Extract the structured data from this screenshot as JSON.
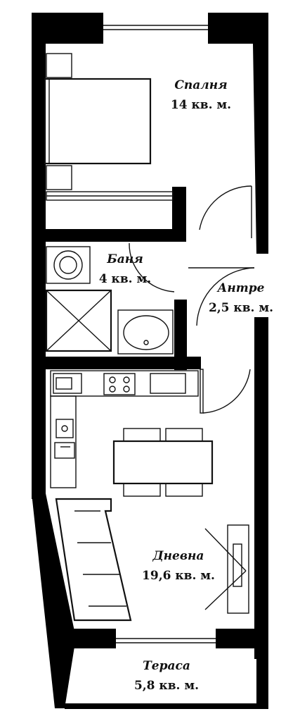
{
  "rooms": {
    "bedroom": {
      "name": "Спалня",
      "area": "14 кв. м."
    },
    "bathroom": {
      "name": "Баня",
      "area": "4 кв. м."
    },
    "hallway": {
      "name": "Антре",
      "area": "2,5 кв. м."
    },
    "living": {
      "name": "Дневна",
      "area": "19,6 кв. м."
    },
    "terrace": {
      "name": "Тераса",
      "area": "5,8 кв. м."
    }
  }
}
